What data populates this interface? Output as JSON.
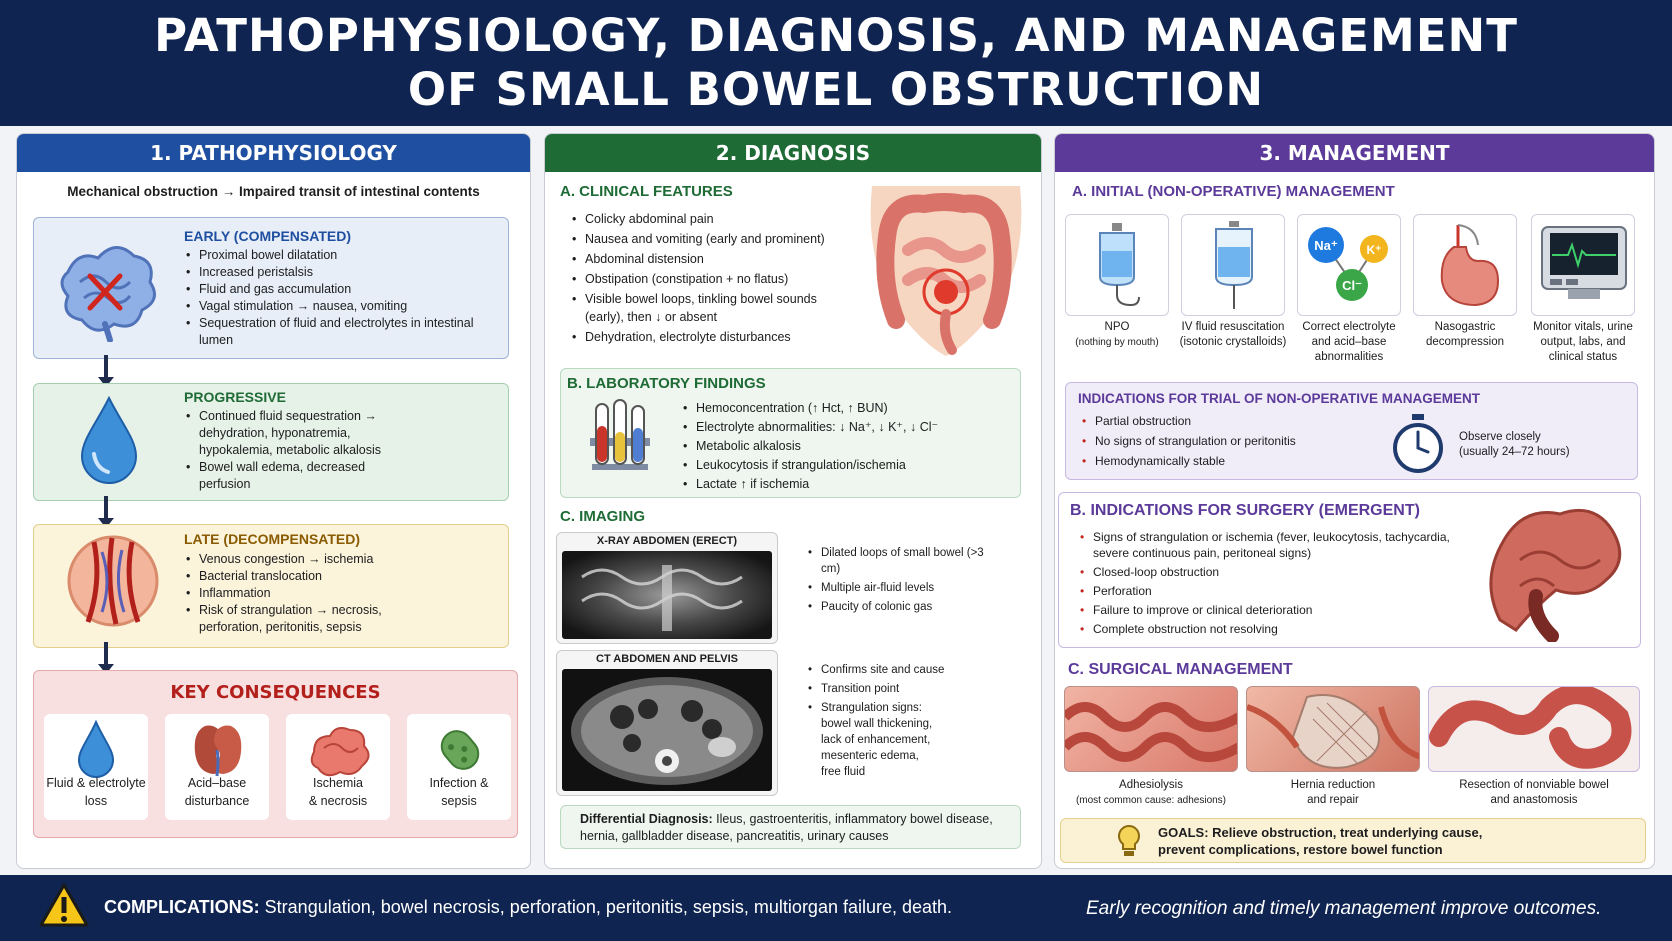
{
  "title": {
    "line1": "PATHOPHYSIOLOGY, DIAGNOSIS, AND MANAGEMENT",
    "line2": "OF SMALL BOWEL OBSTRUCTION"
  },
  "colors": {
    "navy": "#0f2450",
    "patho": "#1f4fa0",
    "diag": "#1f6b35",
    "mgmt": "#5b3a9a",
    "accent_red": "#c3261f"
  },
  "patho": {
    "title": "1. PATHOPHYSIOLOGY",
    "subtitle": "Mechanical obstruction → Impaired transit of intestinal contents",
    "early": {
      "heading": "EARLY (COMPENSATED)",
      "items": [
        "Proximal bowel dilatation",
        "Increased peristalsis",
        "Fluid and gas accumulation",
        "Vagal stimulation → nausea, vomiting",
        "Sequestration of fluid and electrolytes in intestinal lumen"
      ]
    },
    "progressive": {
      "heading": "PROGRESSIVE",
      "items": [
        "Continued fluid sequestration → dehydration, hyponatremia, hypokalemia, metabolic alkalosis",
        "Bowel wall edema, decreased perfusion"
      ]
    },
    "late": {
      "heading": "LATE (DECOMPENSATED)",
      "items": [
        "Venous congestion → ischemia",
        "Bacterial translocation",
        "Inflammation",
        "Risk of strangulation → necrosis, perforation, peritonitis,  sepsis"
      ]
    },
    "key": {
      "heading": "KEY CONSEQUENCES",
      "items": [
        {
          "l1": "Fluid & electrolyte",
          "l2": "loss",
          "icon": "water-drop-icon"
        },
        {
          "l1": "Acid–base",
          "l2": "disturbance",
          "icon": "kidney-icon"
        },
        {
          "l1": "Ischemia",
          "l2": "& necrosis",
          "icon": "bowel-icon"
        },
        {
          "l1": "Infection &",
          "l2": "sepsis",
          "icon": "bacteria-icon"
        }
      ]
    }
  },
  "diag": {
    "title": "2. DIAGNOSIS",
    "clinical": {
      "heading": "A. CLINICAL FEATURES",
      "items": [
        "Colicky abdominal pain",
        "Nausea and vomiting (early and prominent)",
        "Abdominal distension",
        "Obstipation (constipation + no flatus)",
        "Visible bowel loops, tinkling bowel sounds (early), then ↓ or absent",
        "Dehydration, electrolyte disturbances"
      ]
    },
    "lab": {
      "heading": "B. LABORATORY FINDINGS",
      "items": [
        "Hemoconcentration (↑ Hct, ↑ BUN)",
        "Electrolyte abnormalities: ↓ Na⁺, ↓ K⁺, ↓ Cl⁻",
        "Metabolic alkalosis",
        "Leukocytosis if strangulation/ischemia",
        "Lactate ↑ if ischemia"
      ]
    },
    "imaging": {
      "heading": "C. IMAGING",
      "xray": {
        "label": "X-RAY ABDOMEN (ERECT)",
        "items": [
          "Dilated loops of small bowel (>3 cm)",
          "Multiple air-fluid levels",
          "Paucity of colonic gas"
        ]
      },
      "ct": {
        "label": "CT ABDOMEN AND PELVIS",
        "items": [
          "Confirms site and cause",
          "Transition point",
          "Strangulation signs: bowel wall thickening, lack of enhancement, mesenteric edema, free fluid"
        ]
      }
    },
    "differential": {
      "label": "Differential Diagnosis:",
      "text": "Ileus, gastroenteritis, inflammatory bowel disease, hernia, gallbladder disease, pancreatitis, urinary causes"
    }
  },
  "mgmt": {
    "title": "3. MANAGEMENT",
    "initial": {
      "heading": "A. INITIAL (NON-OPERATIVE) MANAGEMENT",
      "cards": [
        {
          "l1": "NPO",
          "l2": "(nothing by mouth)",
          "l3": "",
          "icon": "iv-bag-icon"
        },
        {
          "l1": "IV fluid resuscitation",
          "l2": "(isotonic crystalloids)",
          "l3": "",
          "icon": "iv-fluid-icon"
        },
        {
          "l1": "Correct electrolyte",
          "l2": "and acid–base",
          "l3": "abnormalities",
          "icon": "electrolytes-icon"
        },
        {
          "l1": "Nasogastric",
          "l2": "decompression",
          "l3": "",
          "icon": "stomach-icon"
        },
        {
          "l1": "Monitor vitals, urine",
          "l2": "output, labs, and",
          "l3": "clinical status",
          "icon": "monitor-icon"
        }
      ],
      "electrolytes": [
        "Na⁺",
        "K⁺",
        "Cl⁻"
      ]
    },
    "trial": {
      "heading": "INDICATIONS FOR TRIAL OF NON-OPERATIVE MANAGEMENT",
      "items": [
        "Partial obstruction",
        "No signs of strangulation or peritonitis",
        "Hemodynamically stable"
      ],
      "observe1": "Observe closely",
      "observe2": "(usually 24–72 hours)"
    },
    "surgery": {
      "heading": "B. INDICATIONS FOR SURGERY (EMERGENT)",
      "items": [
        "Signs of strangulation or ischemia (fever, leukocytosis, tachycardia, severe continuous pain, peritoneal signs)",
        "Closed-loop obstruction",
        "Perforation",
        "Failure to improve or clinical deterioration",
        "Complete obstruction not resolving"
      ]
    },
    "surgical": {
      "heading": "C. SURGICAL MANAGEMENT",
      "cards": [
        {
          "l1": "Adhesiolysis",
          "l2": "(most common cause: adhesions)"
        },
        {
          "l1": "Hernia reduction",
          "l2": "and repair"
        },
        {
          "l1": "Resection of nonviable bowel",
          "l2": "and anastomosis"
        }
      ]
    },
    "goals": {
      "l1": "GOALS: Relieve obstruction, treat underlying cause,",
      "l2": "prevent complications, restore bowel function"
    }
  },
  "footer": {
    "label": "COMPLICATIONS:",
    "text": "Strangulation, bowel necrosis, perforation, peritonitis, sepsis, multiorgan failure, death.",
    "tagline": "Early recognition and timely management improve outcomes."
  }
}
